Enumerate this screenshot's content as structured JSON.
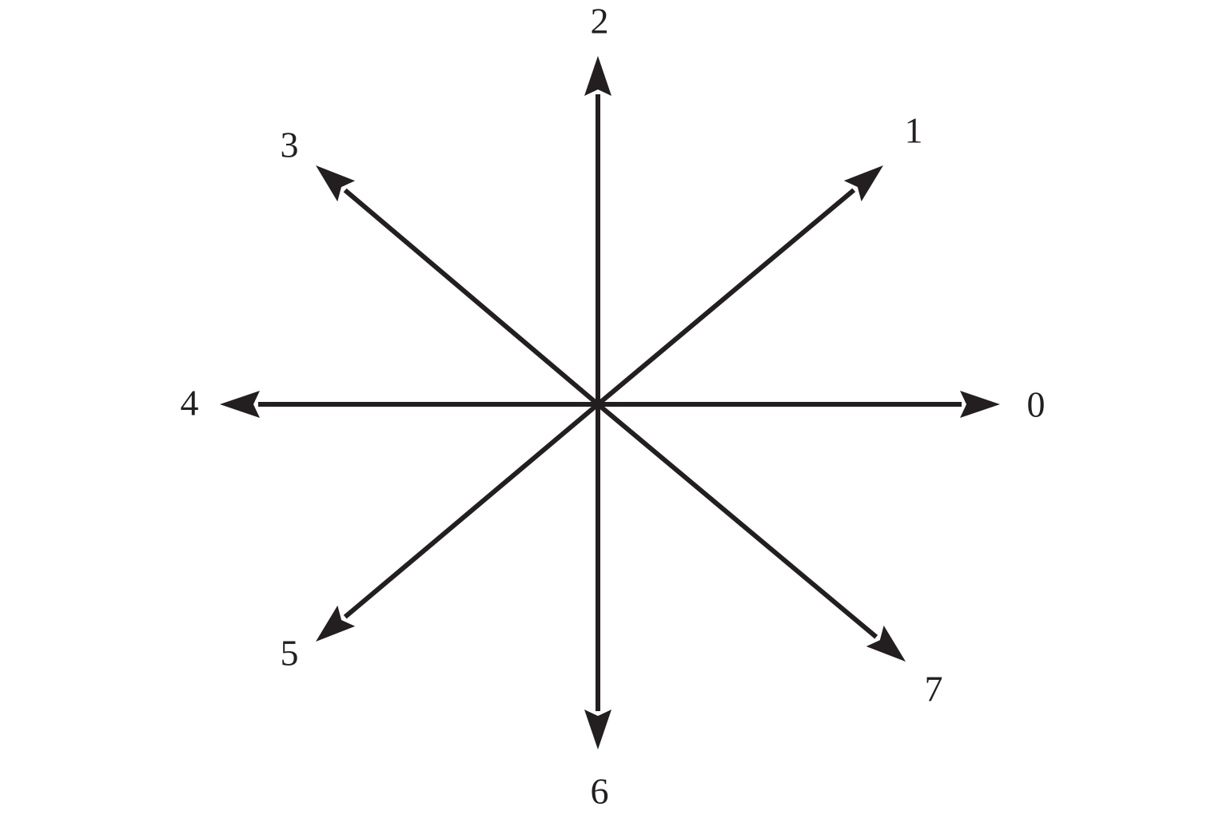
{
  "colors": {
    "stroke": "#231f20",
    "background": "#ffffff"
  },
  "directions": [
    {
      "label": "0"
    },
    {
      "label": "1"
    },
    {
      "label": "2"
    },
    {
      "label": "3"
    },
    {
      "label": "4"
    },
    {
      "label": "5"
    },
    {
      "label": "6"
    },
    {
      "label": "7"
    }
  ]
}
